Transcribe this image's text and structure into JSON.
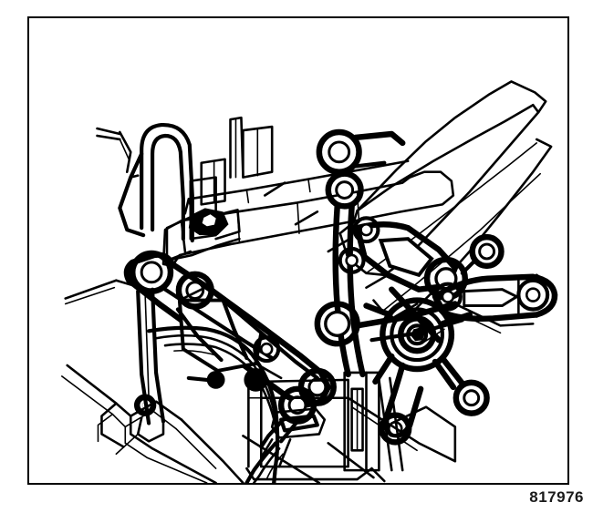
{
  "figure": {
    "number": "817976",
    "border_color": "#000000",
    "ink_color": "#000000",
    "background_color": "#ffffff",
    "subject": "engine front accessory bracket assembly",
    "style": "black and white technical line illustration"
  },
  "chart_data": {
    "type": "diagram",
    "title": "817976",
    "description": "Automotive service-manual line drawing of an engine front bracket / accessory drive mounting assembly viewed at an angle",
    "components": [
      {
        "name": "lifting-hook",
        "label": "engine lifting eye / hook bracket",
        "region": "upper-left"
      },
      {
        "name": "upper-rail",
        "label": "horizontal mounting rail with studs and clamp blocks",
        "region": "upper-center"
      },
      {
        "name": "left-web-bracket",
        "label": "left cast web bracket with bolt bosses",
        "region": "center-left"
      },
      {
        "name": "right-web-bracket",
        "label": "right cast web bracket with bolt bosses",
        "region": "center-right"
      },
      {
        "name": "idler-pulley",
        "label": "pulley with concentric hub and hex bolt head",
        "region": "center-right"
      },
      {
        "name": "tensioner-arm",
        "label": "tensioner arm linkage",
        "region": "right"
      },
      {
        "name": "ribbed-panel",
        "label": "diagonal ribbed cover panel edge",
        "region": "upper-right"
      },
      {
        "name": "hose-bundle",
        "label": "curved hose / tube bundle",
        "region": "lower-center-left"
      },
      {
        "name": "housing-block",
        "label": "rectangular housing block",
        "region": "lower-center"
      },
      {
        "name": "lower-outline",
        "label": "thin outline of adjacent casting edges",
        "region": "lower-left"
      }
    ]
  }
}
